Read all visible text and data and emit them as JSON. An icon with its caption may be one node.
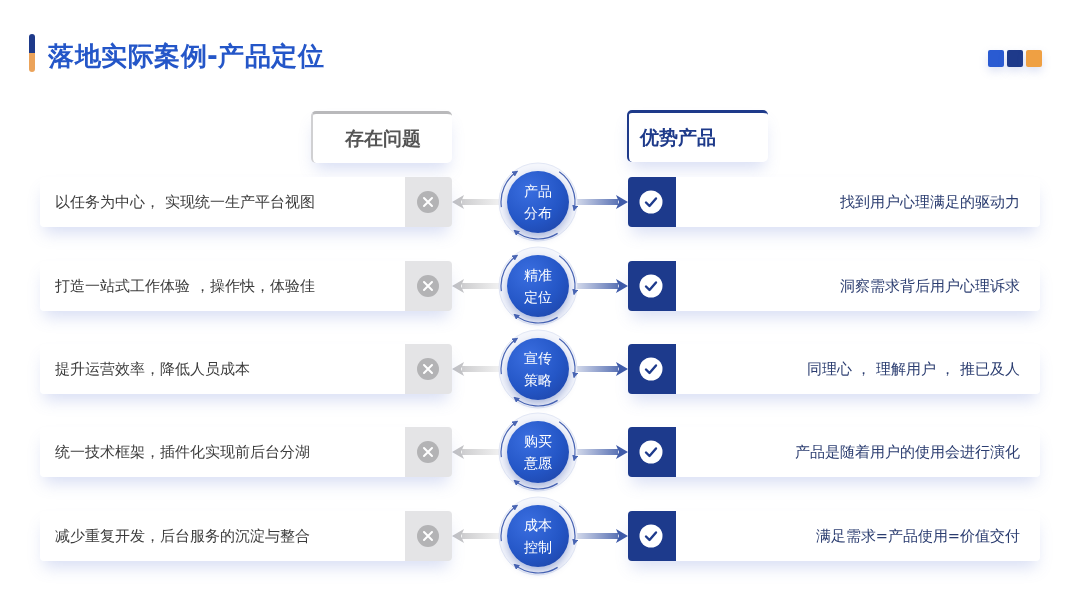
{
  "diagram": {
    "title": "落地实际案例-产品定位",
    "nodes": [
      {
        "text": [
          "存在问题"
        ]
      },
      {
        "text": [
          "优势产品"
        ]
      },
      {
        "text": [
          "以任务为中心， 实现统一生产平台视图"
        ]
      },
      {
        "text": [
          "产品分布"
        ]
      },
      {
        "text": [
          "找到用户心理满足的驱动力"
        ]
      },
      {
        "text": [
          "打造一站式工作体验 ，操作快，体验佳"
        ]
      },
      {
        "text": [
          "精准定位"
        ]
      },
      {
        "text": [
          "洞察需求背后用户心理诉求"
        ]
      },
      {
        "text": [
          "提升运营效率，降低人员成本"
        ]
      },
      {
        "text": [
          "宣传策略"
        ]
      },
      {
        "text": [
          "同理心 ， 理解用户 ， 推已及人"
        ]
      },
      {
        "text": [
          "统一技术框架，插件化实现前后台分湖"
        ]
      },
      {
        "text": [
          "购买意愿"
        ]
      },
      {
        "text": [
          "产品是随着用户的使用会进行演化"
        ]
      },
      {
        "text": [
          "减少重复开发，后台服务的沉淀与整合"
        ]
      },
      {
        "text": [
          "成本控制"
        ]
      },
      {
        "text": [
          "满足需求=产品使用=价值交付"
        ]
      }
    ],
    "edges": [
      {
        "from": 3,
        "to": 2,
        "arrow": "to",
        "color": "#c4c4c6"
      },
      {
        "from": 3,
        "to": 4,
        "arrow": "to",
        "color": "#3f5ba8"
      },
      {
        "from": 6,
        "to": 5,
        "arrow": "to",
        "color": "#c4c4c6"
      },
      {
        "from": 6,
        "to": 7,
        "arrow": "to",
        "color": "#3f5ba8"
      },
      {
        "from": 9,
        "to": 8,
        "arrow": "to",
        "color": "#c4c4c6"
      },
      {
        "from": 9,
        "to": 10,
        "arrow": "to",
        "color": "#3f5ba8"
      },
      {
        "from": 12,
        "to": 11,
        "arrow": "to",
        "color": "#c4c4c6"
      },
      {
        "from": 12,
        "to": 13,
        "arrow": "to",
        "color": "#3f5ba8"
      },
      {
        "from": 15,
        "to": 14,
        "arrow": "to",
        "color": "#c4c4c6"
      },
      {
        "from": 15,
        "to": 16,
        "arrow": "to",
        "color": "#3f5ba8"
      }
    ]
  }
}
